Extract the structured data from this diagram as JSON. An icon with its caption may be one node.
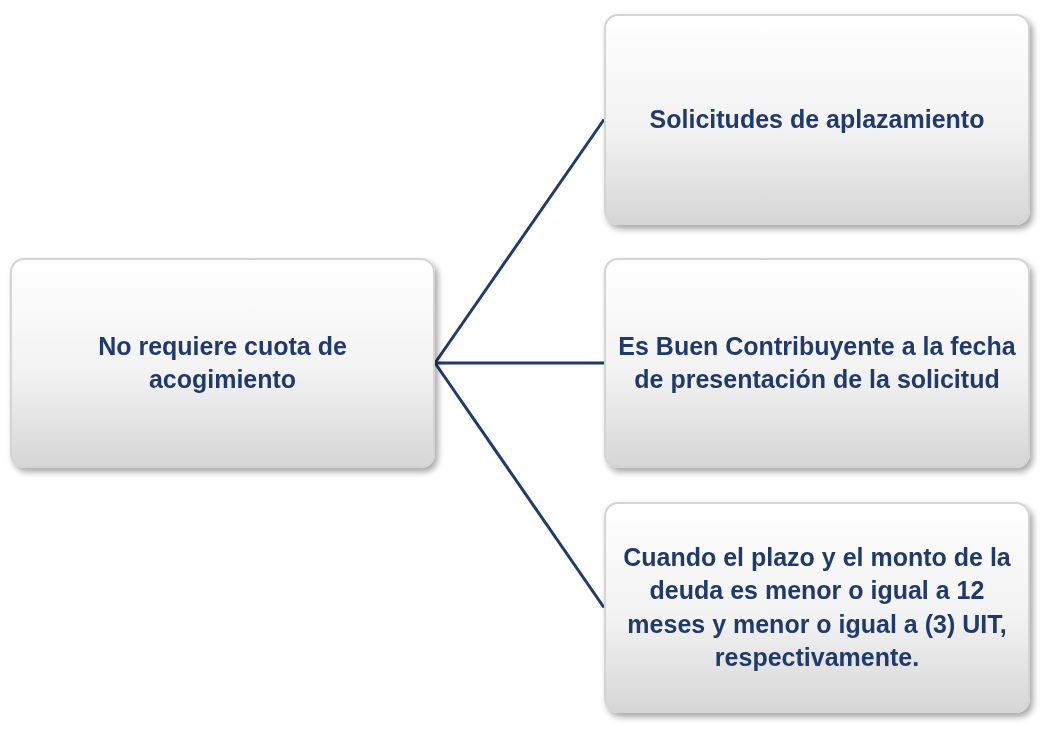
{
  "diagram": {
    "nodes": [
      {
        "text": [
          "No requiere cuota de acogimiento"
        ]
      },
      {
        "text": [
          "Solicitudes de aplazamiento"
        ]
      },
      {
        "text": [
          "Es Buen Contribuyente a la fecha de presentación de la solicitud"
        ]
      },
      {
        "text": [
          "Cuando el plazo y el monto de la deuda es menor o igual a 12 meses y menor o igual a (3) UIT, respectivamente."
        ]
      }
    ],
    "edges": [
      {
        "from": 0,
        "to": 1,
        "arrow": "none"
      },
      {
        "from": 0,
        "to": 2,
        "arrow": "none"
      },
      {
        "from": 0,
        "to": 3,
        "arrow": "none"
      }
    ]
  }
}
